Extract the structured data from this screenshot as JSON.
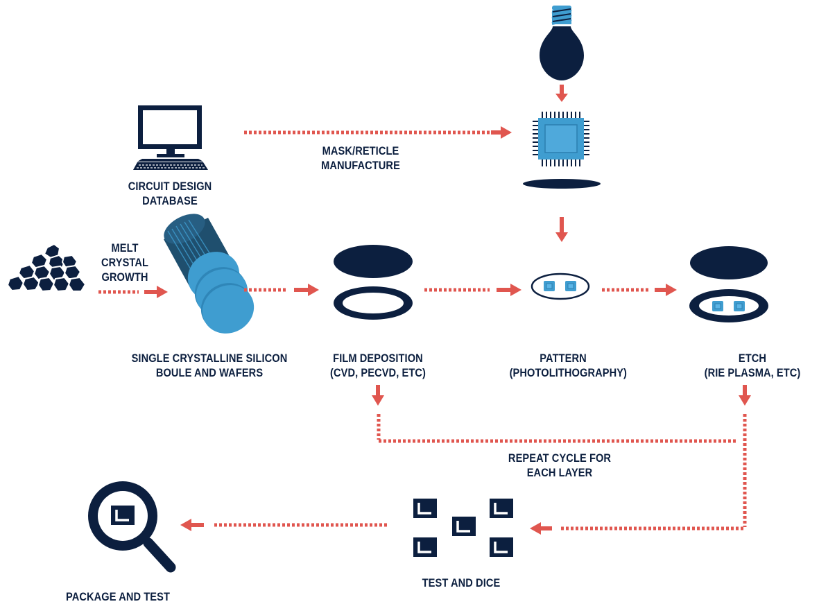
{
  "diagram": {
    "colors": {
      "navy": "#0c1f3f",
      "blue": "#3f9dd0",
      "arrow": "#e0564f"
    },
    "labels": {
      "circuit_design": [
        "CIRCUIT DESIGN",
        "DATABASE"
      ],
      "mask_reticle": [
        "MASK/RETICLE",
        "MANUFACTURE"
      ],
      "melt": [
        "MELT",
        "CRYSTAL",
        "GROWTH"
      ],
      "boule": [
        "SINGLE CRYSTALLINE SILICON",
        "BOULE AND WAFERS"
      ],
      "film": [
        "FILM DEPOSITION",
        "(CVD, PECVD, ETC)"
      ],
      "pattern": [
        "PATTERN",
        "(PHOTOLITHOGRAPHY)"
      ],
      "etch": [
        "ETCH",
        "(RIE PLASMA, ETC)"
      ],
      "repeat": [
        "REPEAT CYCLE FOR",
        "EACH LAYER"
      ],
      "test_dice": [
        "TEST AND DICE"
      ],
      "package": [
        "PACKAGE AND TEST"
      ]
    },
    "icons": [
      "computer-icon",
      "light-bulb-icon",
      "chip-icon",
      "mask-disc-icon",
      "silicon-chunks-icon",
      "boule-icon",
      "wafer-disc-icon",
      "wafer-ring-icon",
      "patterned-wafer-icon",
      "etch-wafer-icon",
      "die-icon",
      "magnifier-icon"
    ]
  }
}
